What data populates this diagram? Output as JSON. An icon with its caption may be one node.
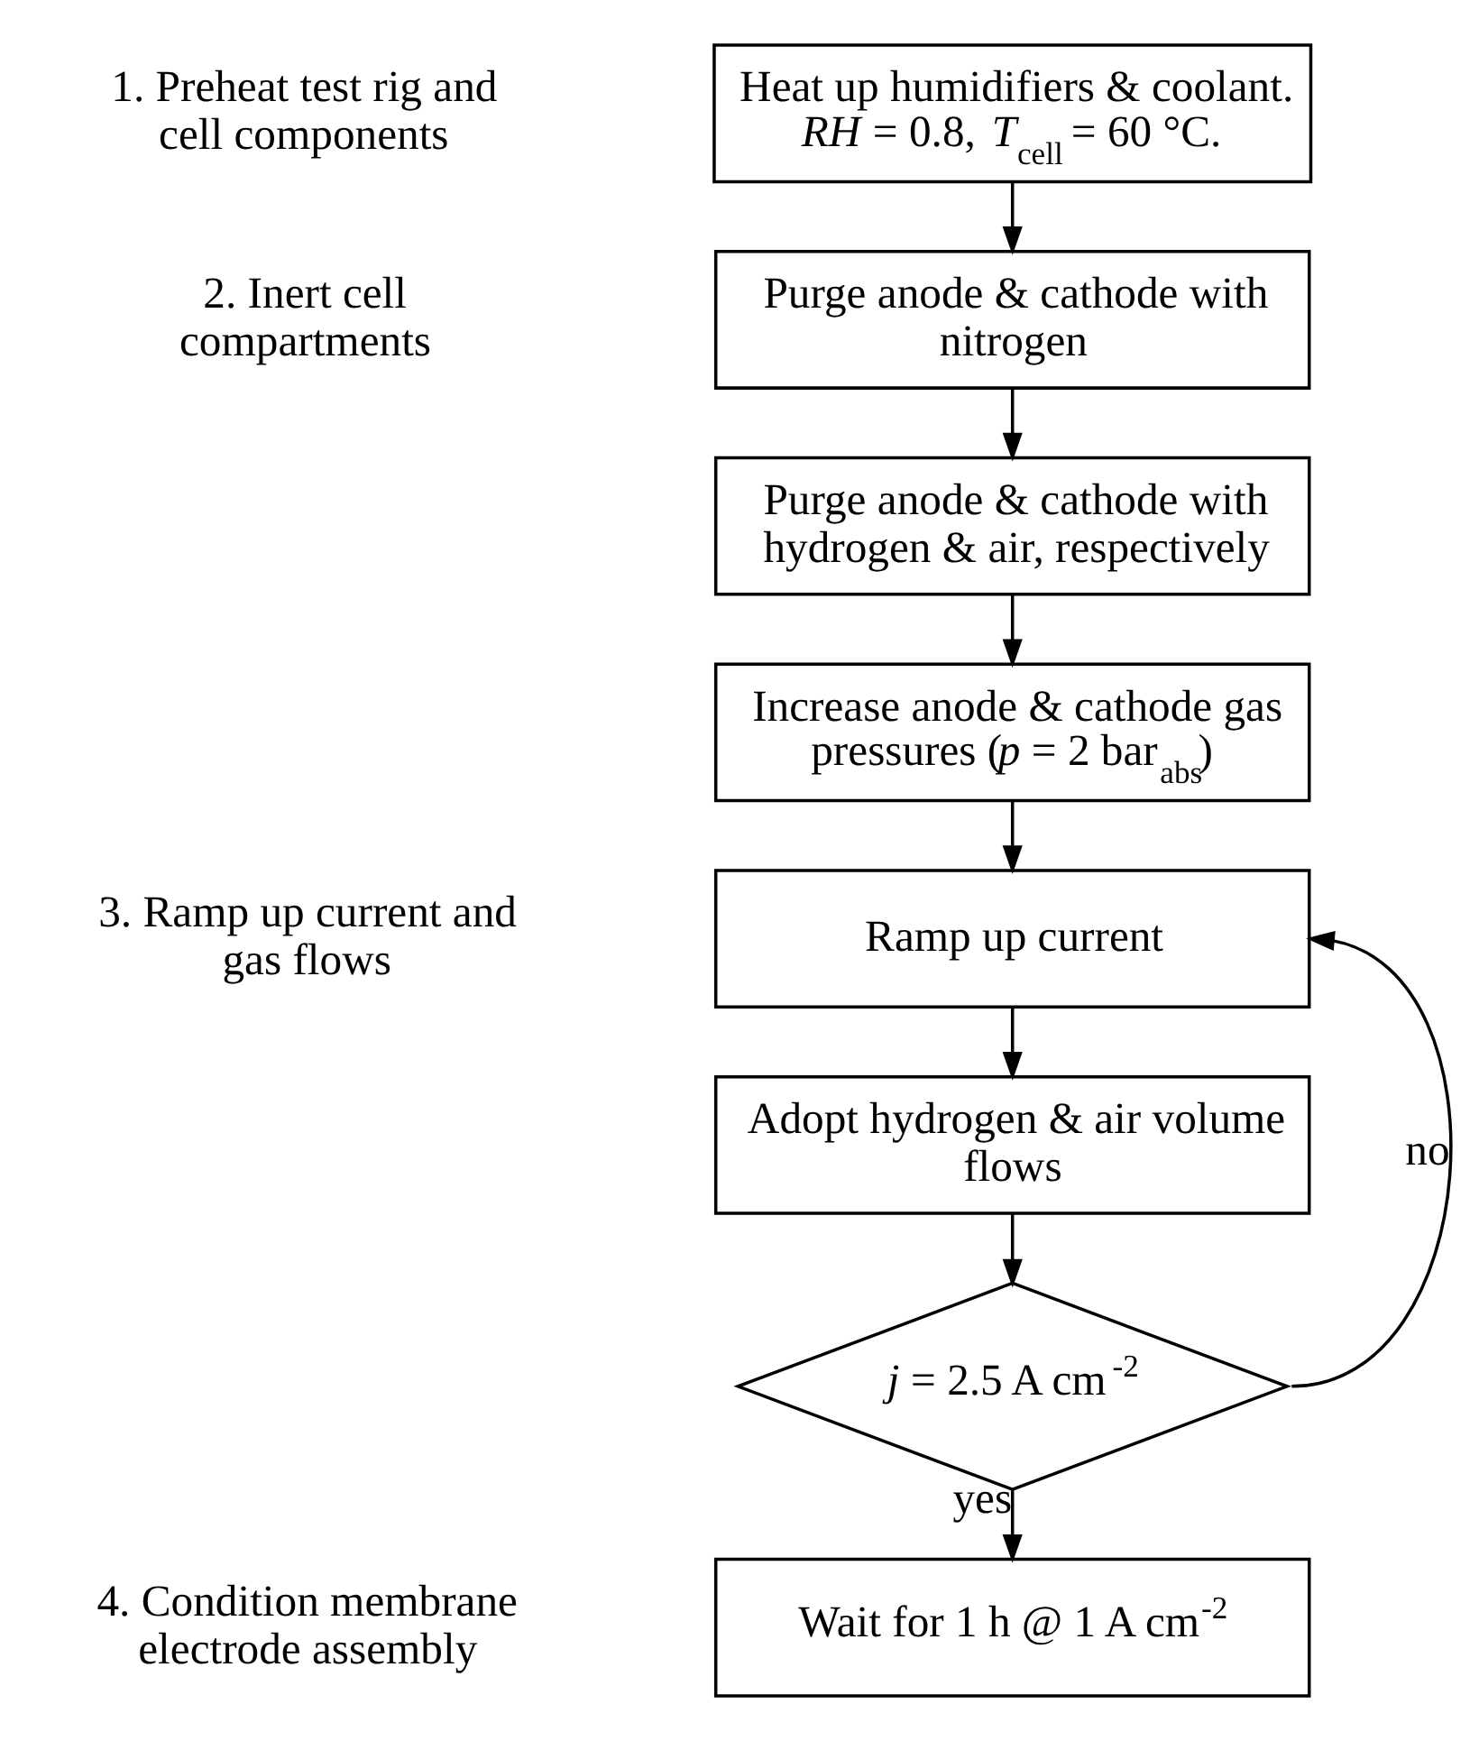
{
  "diagram": {
    "nodes": [
      {
        "text": [
          "Heat up humidifiers & coolant. *RH* = 0.8, *T*$_{cell}$ = 60 °C."
        ]
      },
      {
        "text": [
          "Purge anode & cathode with nitrogen"
        ]
      },
      {
        "text": [
          "Purge anode & cathode with hydrogen & air, respectively"
        ]
      },
      {
        "text": [
          "Increase anode & cathode gas pressures (*p* = 2 bar$_{abs}$)"
        ]
      },
      {
        "text": [
          "Ramp up current"
        ]
      },
      {
        "text": [
          "Adopt hydrogen & air volume flows"
        ]
      },
      {
        "text": [
          "*j* = 2.5 A cm$^{-2}$"
        ]
      },
      {
        "text": [
          "Wait for 1 h @ 1 A cm$^{-2}$"
        ]
      }
    ],
    "edges": [
      {
        "from": 0,
        "to": 1,
        "arrow": "to"
      },
      {
        "from": 1,
        "to": 2,
        "arrow": "to"
      },
      {
        "from": 2,
        "to": 3,
        "arrow": "to"
      },
      {
        "from": 3,
        "to": 4,
        "arrow": "to"
      },
      {
        "from": 4,
        "to": 5,
        "arrow": "to"
      },
      {
        "from": 5,
        "to": 6,
        "arrow": "to"
      },
      {
        "from": 6,
        "to": 4,
        "arrow": "to",
        "label": "no"
      },
      {
        "from": 6,
        "to": 7,
        "arrow": "to",
        "label": "yes"
      }
    ],
    "labels": [
      "1. Preheat test rig and cell components",
      "2. Inert cell compartments",
      "3. Ramp up current and gas flows",
      "4. Condition membrane electrode assembly"
    ]
  }
}
